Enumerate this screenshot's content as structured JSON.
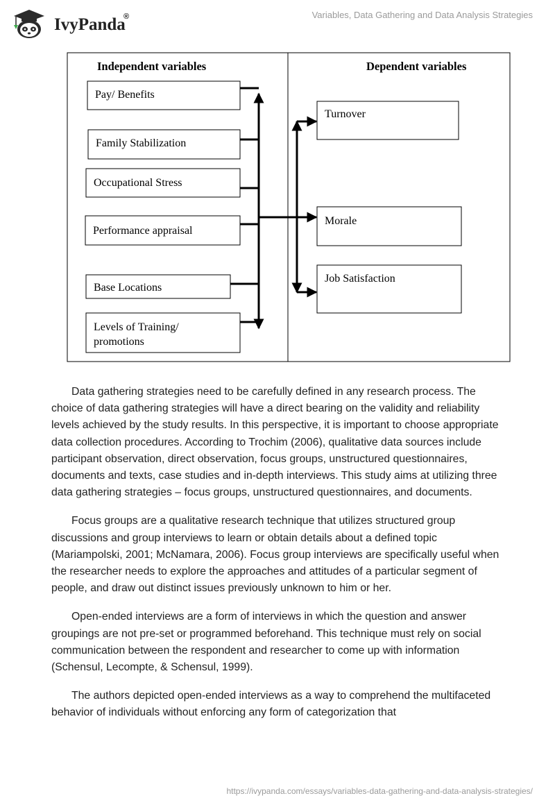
{
  "header": {
    "brand": "IvyPanda",
    "brand_mark": "®",
    "doc_title": "Variables, Data Gathering and Data Analysis Strategies"
  },
  "diagram": {
    "independent_heading": "Independent variables",
    "dependent_heading": "Dependent variables",
    "independent": [
      {
        "label": "Pay/ Benefits"
      },
      {
        "label": "Family Stabilization"
      },
      {
        "label": "Occupational Stress"
      },
      {
        "label": "Performance appraisal"
      },
      {
        "label": "Base Locations"
      },
      {
        "label_line1": "Levels of Training/",
        "label_line2": "promotions"
      }
    ],
    "dependent": [
      {
        "label": "Turnover"
      },
      {
        "label": "Morale"
      },
      {
        "label": "Job Satisfaction"
      }
    ]
  },
  "paragraphs": [
    "Data gathering strategies need to be carefully defined in any research process. The choice of data gathering strategies will have a direct bearing on the validity and reliability levels achieved by the study results. In this perspective, it is important to choose appropriate data collection procedures. According to Trochim (2006), qualitative data sources include participant observation, direct observation, focus groups, unstructured questionnaires, documents and texts, case studies and in-depth interviews. This study aims at utilizing three data gathering strategies – focus groups, unstructured questionnaires, and documents.",
    "Focus groups are a qualitative research technique that utilizes structured group discussions and group interviews to learn or obtain details about a defined topic (Mariampolski, 2001; McNamara, 2006). Focus group interviews are specifically useful when the researcher needs to explore the approaches and attitudes of a particular segment of people, and draw out distinct issues previously unknown to him or her.",
    "Open-ended interviews are a form of interviews in which the question and answer groupings are not pre-set or programmed beforehand. This technique must rely on social communication between the respondent and researcher to come up with information (Schensul, Lecompte, & Schensul, 1999).",
    "The authors depicted open-ended interviews as a way to comprehend the multifaceted behavior of individuals without enforcing any form of categorization that"
  ],
  "footer": {
    "url": "https://ivypanda.com/essays/variables-data-gathering-and-data-analysis-strategies/"
  }
}
